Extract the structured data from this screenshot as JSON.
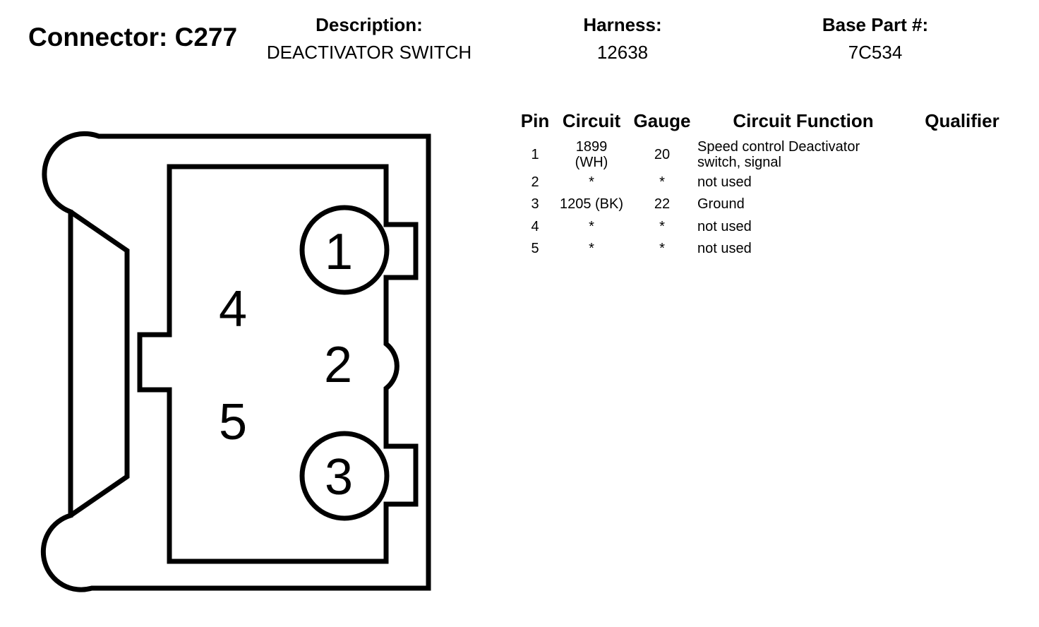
{
  "connector": {
    "title": "Connector: C277"
  },
  "header": {
    "description_label": "Description:",
    "description_value": "DEACTIVATOR SWITCH",
    "harness_label": "Harness:",
    "harness_value": "12638",
    "base_part_label": "Base Part #:",
    "base_part_value": "7C534"
  },
  "diagram": {
    "pin_labels": [
      "1",
      "2",
      "3",
      "4",
      "5"
    ]
  },
  "table": {
    "headers": [
      "Pin",
      "Circuit",
      "Gauge",
      "Circuit Function",
      "Qualifier"
    ],
    "rows": [
      {
        "pin": "1",
        "circuit_line1": "1899",
        "circuit_line2": "(WH)",
        "gauge": "20",
        "function_line1": "Speed control Deactivator",
        "function_line2": "switch, signal",
        "qualifier": ""
      },
      {
        "pin": "2",
        "circuit": "*",
        "gauge": "*",
        "function": "not used",
        "qualifier": ""
      },
      {
        "pin": "3",
        "circuit": "1205 (BK)",
        "gauge": "22",
        "function": "Ground",
        "qualifier": ""
      },
      {
        "pin": "4",
        "circuit": "*",
        "gauge": "*",
        "function": "not used",
        "qualifier": ""
      },
      {
        "pin": "5",
        "circuit": "*",
        "gauge": "*",
        "function": "not used",
        "qualifier": ""
      }
    ]
  }
}
